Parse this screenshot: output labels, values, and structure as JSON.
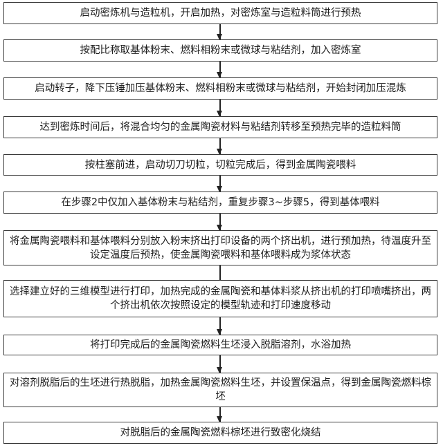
{
  "steps": [
    "启动密炼机与造粒机，开启加热，对密炼室与造粒料筒进行预热",
    "按配比称取基体粉末、燃料相粉末或微球与粘结剂，加入密炼室",
    "启动转子，降下压锤加压基体粉末、燃料相粉末或微球与粘结剂，开始封闭加压混炼",
    "达到密炼时间后，将混合均匀的金属陶瓷材料与粘结剂转移至预热完毕的造粒料筒",
    "按柱塞前进，启动切刀切粒，切粒完成后，得到金属陶瓷喂料",
    "在步骤2中仅加入基体粉末与粘结剂，重复步骤3~步骤5，得到基体喂料",
    "将金属陶瓷喂料和基体喂料分别放入粉末挤出打印设备的两个挤出机，进行预加热，待温度升至设定温度后预热，使金属陶瓷喂料和基体喂料成为浆体状态",
    "选择建立好的三维模型进行打印，加热完成的金属陶瓷和基体料浆从挤出机的打印喷嘴挤出，两个挤出机依次按照设定的模型轨迹和打印速度移动",
    "将打印完成后的金属陶瓷燃料生坯浸入脱脂溶剂，水浴加热",
    "对溶剂脱脂后的生坯进行热脱脂，加热金属陶瓷燃料生坯，并设置保温点，得到金属陶瓷燃料棕坯",
    "对脱脂后的金属陶瓷燃料棕坯进行致密化烧结"
  ]
}
